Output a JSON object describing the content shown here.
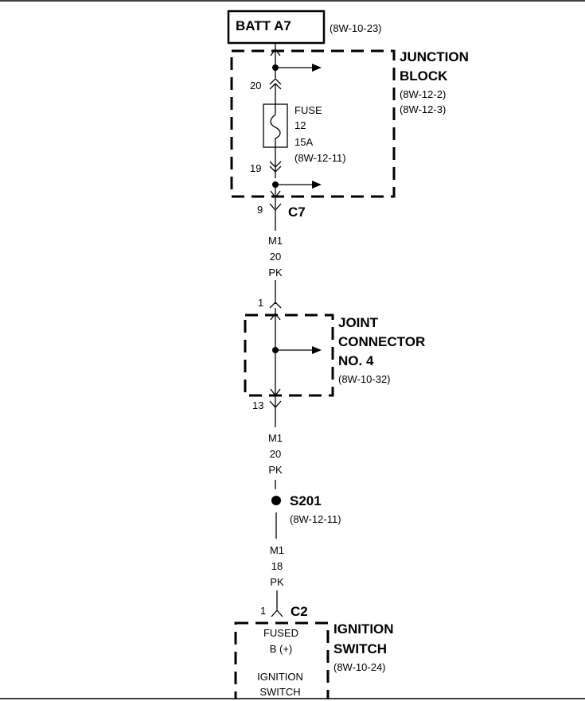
{
  "batt": {
    "label": "BATT A7",
    "ref": "(8W-10-23)"
  },
  "junction_block": {
    "title_line1": "JUNCTION",
    "title_line2": "BLOCK",
    "ref1": "(8W-12-2)",
    "ref2": "(8W-12-3)",
    "pin_top": "20",
    "pin_bottom": "19",
    "fuse": {
      "line1": "FUSE",
      "line2": "12",
      "line3": "15A",
      "ref": "(8W-12-11)"
    }
  },
  "connector_c7": {
    "name": "C7",
    "pin": "9"
  },
  "wire1": {
    "circuit": "M1",
    "gauge": "20",
    "color": "PK"
  },
  "joint_connector": {
    "title_line1": "JOINT",
    "title_line2": "CONNECTOR",
    "title_line3": "NO. 4",
    "ref": "(8W-10-32)",
    "pin_top": "1",
    "pin_bottom": "13"
  },
  "wire2": {
    "circuit": "M1",
    "gauge": "20",
    "color": "PK"
  },
  "splice": {
    "name": "S201",
    "ref": "(8W-12-11)"
  },
  "wire3": {
    "circuit": "M1",
    "gauge": "18",
    "color": "PK"
  },
  "connector_c2": {
    "name": "C2",
    "pin": "1"
  },
  "ignition_switch": {
    "title_line1": "IGNITION",
    "title_line2": "SWITCH",
    "ref": "(8W-10-24)",
    "terminal_line1": "FUSED",
    "terminal_line2": "B (+)",
    "inner_line1": "IGNITION",
    "inner_line2": "SWITCH"
  }
}
